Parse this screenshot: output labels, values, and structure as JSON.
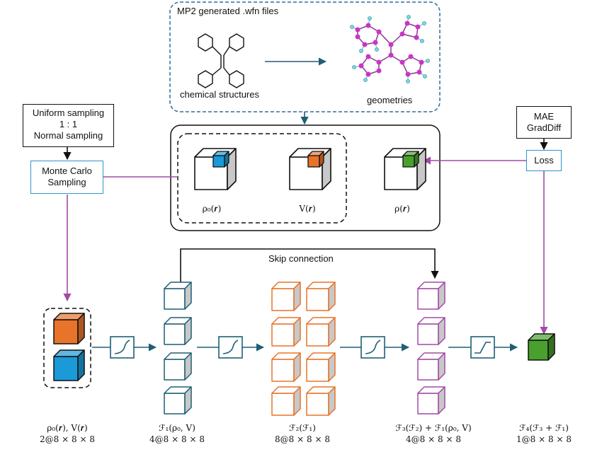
{
  "top_panel": {
    "title": "MP2 generated .wfn files",
    "structures_label": "chemical structures",
    "geometries_label": "geometries"
  },
  "sampling_box": {
    "line1": "Uniform sampling",
    "line2": "1 : 1",
    "line3": "Normal sampling"
  },
  "monte_carlo": {
    "line1": "Monte Carlo",
    "line2": "Sampling"
  },
  "metric_box": {
    "line1": "MAE",
    "line2": "GradDiff"
  },
  "loss_box": {
    "label": "Loss"
  },
  "density_panel": {
    "rho0_label": "ρ₀(𝒓)",
    "v_label": "V(𝒓)",
    "rho_label": "ρ(𝒓)"
  },
  "skip_label": "Skip connection",
  "columns": [
    {
      "name": "ρ₀(𝒓), V(𝒓)",
      "dims": "2@8 × 8 × 8"
    },
    {
      "name": "ℱ₁(ρ₀, V)",
      "dims": "4@8 × 8 × 8"
    },
    {
      "name": "ℱ₂(ℱ₁)",
      "dims": "8@8 × 8 × 8"
    },
    {
      "name": "ℱ₃(ℱ₂) + ℱ₁(ρ₀, V)",
      "dims": "4@8 × 8 × 8"
    },
    {
      "name": "ℱ₄(ℱ₃ + ℱ₁)",
      "dims": "1@8 × 8 × 8"
    }
  ],
  "colors": {
    "teal_border": "#2f95c9",
    "dark_teal": "#1e5f74",
    "purple": "#a24aa6",
    "orange": "#e8732a",
    "blue": "#1a9ad6",
    "green": "#4aa02c",
    "gray_side": "#c8c8c8"
  }
}
